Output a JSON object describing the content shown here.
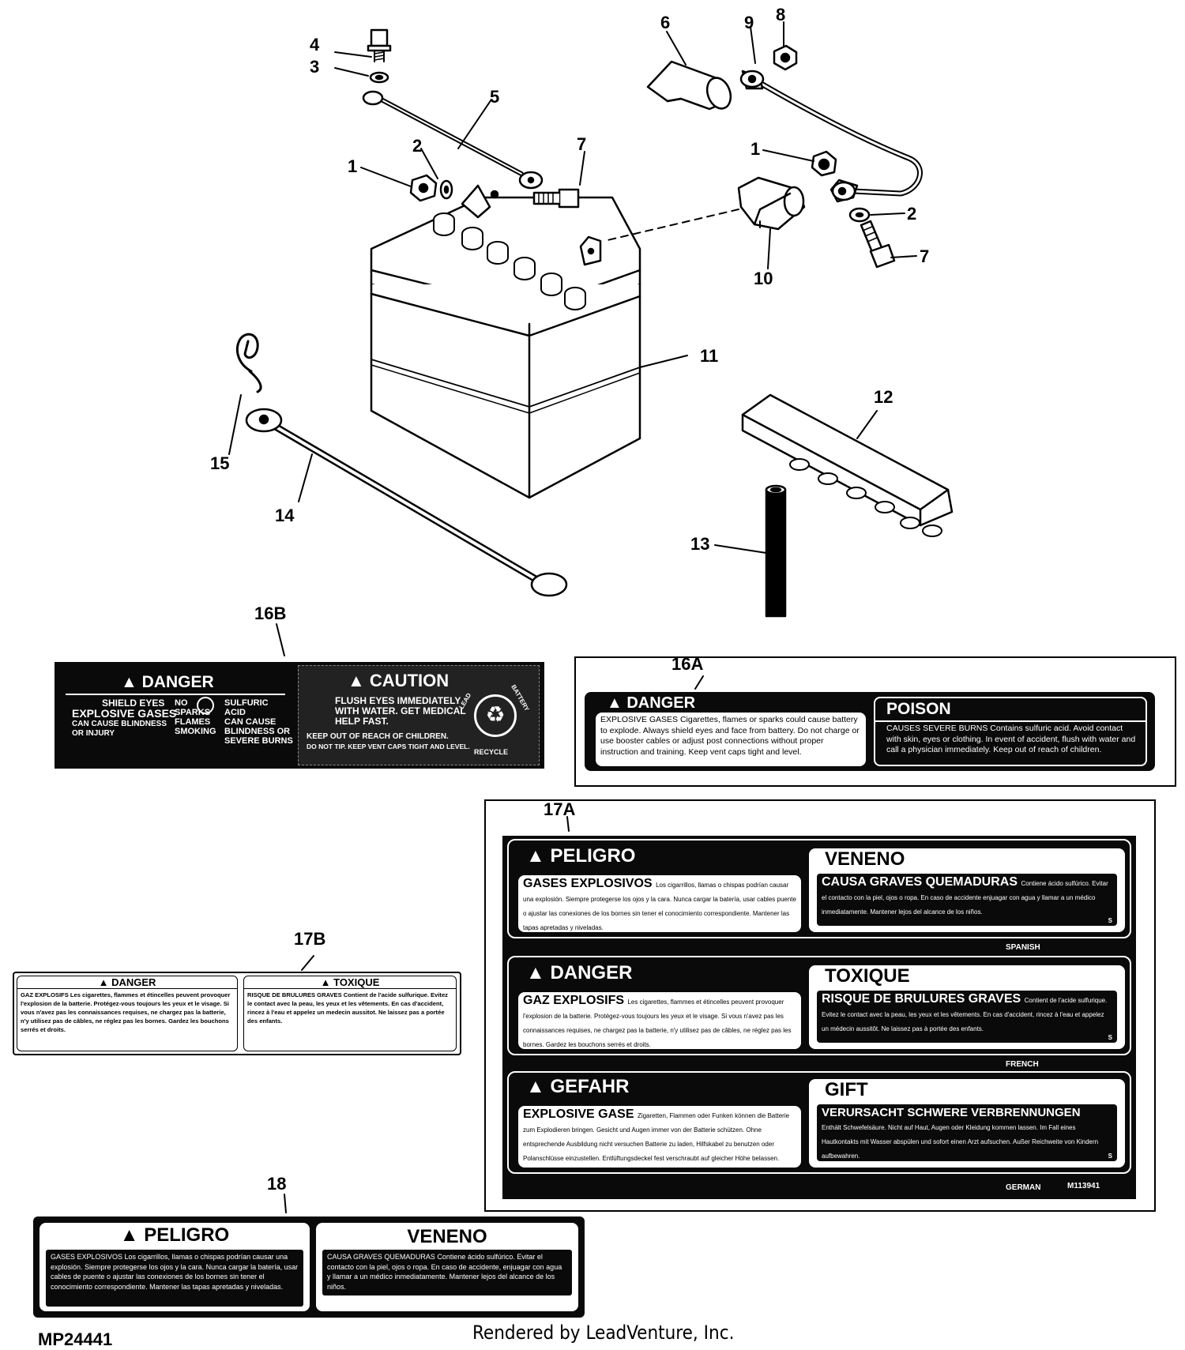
{
  "callouts": {
    "c1a": "1",
    "c1b": "1",
    "c2a": "2",
    "c2b": "2",
    "c3": "3",
    "c4": "4",
    "c5": "5",
    "c6": "6",
    "c7a": "7",
    "c7b": "7",
    "c8": "8",
    "c9": "9",
    "c10": "10",
    "c11": "11",
    "c12": "12",
    "c13": "13",
    "c14": "14",
    "c15": "15",
    "c16a": "16A",
    "c16b": "16B",
    "c17a": "17A",
    "c17b": "17B",
    "c18": "18"
  },
  "decal_16b": {
    "danger_title": "DANGER",
    "col1": [
      "SHIELD EYES",
      "EXPLOSIVE GASES",
      "CAN CAUSE BLINDNESS",
      "OR INJURY"
    ],
    "col2": [
      "NO",
      "SPARKS",
      "FLAMES",
      "SMOKING"
    ],
    "col3": [
      "SULFURIC",
      "ACID",
      "CAN CAUSE",
      "BLINDNESS OR",
      "SEVERE BURNS"
    ],
    "caution_title": "CAUTION",
    "caution_lines": [
      "FLUSH EYES IMMEDIATELY",
      "WITH WATER. GET MEDICAL",
      "HELP FAST."
    ],
    "caution_foot": [
      "KEEP OUT OF REACH OF CHILDREN.",
      "DO NOT TIP. KEEP VENT CAPS TIGHT AND LEVEL."
    ],
    "recycle": "RECYCLE",
    "lead": "LEAD",
    "battery": "BATTERY"
  },
  "decal_16a": {
    "danger_title": "DANGER",
    "danger_text": "EXPLOSIVE GASES Cigarettes, flames or sparks could cause battery to explode. Always shield eyes and face from battery. Do not charge or use booster cables or adjust post connections without proper instruction and training. Keep vent caps tight and level.",
    "poison_title": "POISON",
    "poison_text": "CAUSES SEVERE BURNS Contains sulfuric acid. Avoid contact with skin, eyes or clothing. In event of accident, flush with water and call a physician immediately. Keep out of reach of children."
  },
  "decal_17b": {
    "danger_title": "DANGER",
    "danger_text": "GAZ EXPLOSIFS Les cigarettes, flammes et étincelles peuvent provoquer l'explosion de la batterie. Protégez-vous toujours les yeux et le visage. Si vous n'avez pas les connaissances requises, ne chargez pas la batterie, n'y utilisez pas de câbles, ne réglez pas les bornes. Gardez les bouchons serrés et droits.",
    "toxique_title": "TOXIQUE",
    "toxique_text": "RISQUE DE BRULURES GRAVES Contient de l'acide sulfurique. Evitez le contact avec la peau, les yeux et les vêtements. En cas d'accident, rincez à l'eau et appelez un medecin aussitot. Ne laissez pas a portée des enfants."
  },
  "decal_17a": {
    "spanish": {
      "title": "PELIGRO",
      "sub": "GASES EXPLOSIVOS",
      "text": "Los cigarrillos, llamas o chispas podrían causar una explosión. Siempre protegerse los ojos y la cara. Nunca cargar la batería, usar cables puente o ajustar las conexiones de los bornes sin tener el conocimiento correspondiente. Mantener las tapas apretadas y niveladas.",
      "poison_title": "VENENO",
      "poison_sub": "CAUSA GRAVES QUEMADURAS",
      "poison_text": "Contiene ácido sulfúrico. Evitar el contacto con la piel, ojos o ropa. En caso de accidente enjuagar con agua y llamar a un médico inmediatamente. Mantener lejos del alcance de los niños.",
      "lang": "SPANISH"
    },
    "french": {
      "title": "DANGER",
      "sub": "GAZ EXPLOSIFS",
      "text": "Les cigarettes, flammes et étincelles peuvent provoquer l'explosion de la batterie. Protégez-vous toujours les yeux et le visage. Si vous n'avez pas les connaissances requises, ne chargez pas la batterie, n'y utilisez pas de câbles, ne réglez pas les bornes. Gardez les bouchons serrés et droits.",
      "poison_title": "TOXIQUE",
      "poison_sub": "RISQUE DE BRULURES GRAVES",
      "poison_text": "Contient de l'acide sulfurique. Evitez le contact avec la peau, les yeux et les vêtements. En cas d'accident, rincez à l'eau et appelez un médecin aussitôt. Ne laissez pas à portée des enfants.",
      "lang": "FRENCH"
    },
    "german": {
      "title": "GEFAHR",
      "sub": "EXPLOSIVE GASE",
      "text": "Zigaretten, Flammen oder Funken können die Batterie zum Explodieren bringen. Gesicht und Augen immer von der Batterie schützen. Ohne entsprechende Ausbildung nicht versuchen Batterie zu laden, Hilfskabel zu benutzen oder Polanschlüsse einzustellen. Entlüftungsdeckel fest verschraubt auf gleicher Höhe belassen.",
      "poison_title": "GIFT",
      "poison_sub": "VERURSACHT SCHWERE VERBRENNUNGEN",
      "poison_text": "Enthält Schwefelsäure. Nicht auf Haut, Augen oder Kleidung kommen lassen. Im Fall eines Hautkontakts mit Wasser abspülen und sofort einen Arzt aufsuchen. Außer Reichweite von Kindern aufbewahren.",
      "lang": "GERMAN"
    },
    "part_no": "M113941",
    "s_mark": "S"
  },
  "decal_18": {
    "title": "PELIGRO",
    "text": "GASES EXPLOSIVOS Los cigarrillos, llamas o chispas podrían causar una explosión. Siempre protegerse los ojos y la cara. Nunca cargar la batería, usar cables de puente o ajustar las conexiones de los bornes sin tener el conocimiento correspondiente. Mantener las tapas apretadas y niveladas.",
    "poison_title": "VENENO",
    "poison_text": "CAUSA GRAVES QUEMADURAS Contiene ácido sulfúrico. Evitar el contacto con la piel, ojos o ropa. En caso de accidente, enjuagar con agua y llamar a un médico inmediatamente. Mantener lejos del alcance de los niños."
  },
  "footer": {
    "diagram_id": "MP24441",
    "credit": "Rendered by LeadVenture, Inc."
  }
}
